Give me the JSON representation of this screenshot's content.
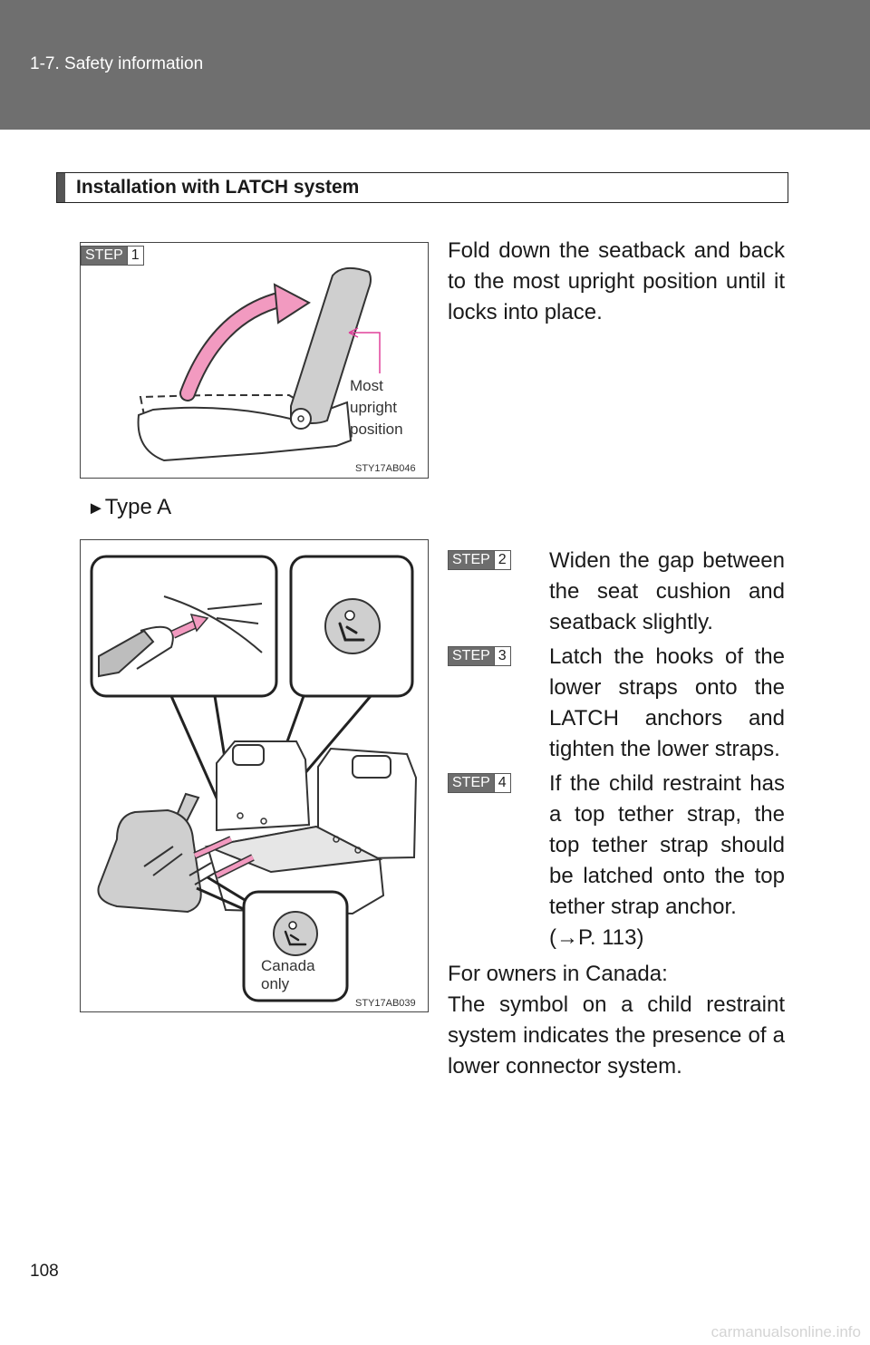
{
  "header": {
    "breadcrumb": "1-7. Safety information"
  },
  "section": {
    "title": "Installation with LATCH system"
  },
  "step1": {
    "badge_label": "STEP",
    "badge_num": "1",
    "text": "Fold down the seatback and back to the most upright position until it locks into place.",
    "figure_label": "Most upright position",
    "figure_label_lines": [
      "Most",
      "upright",
      "position"
    ],
    "figure_code": "STY17AB046"
  },
  "type_label": "Type A",
  "steps": [
    {
      "badge_label": "STEP",
      "badge_num": "2",
      "text": "Widen the gap between the seat cushion and seatback slightly."
    },
    {
      "badge_label": "STEP",
      "badge_num": "3",
      "text": "Latch the hooks of the lower straps onto the LATCH anchors and tighten the lower straps."
    },
    {
      "badge_label": "STEP",
      "badge_num": "4",
      "text": "If the child restraint has a top tether strap, the top tether strap should be latched onto the top tether strap anchor.",
      "ref": "(→P. 113)"
    }
  ],
  "figure2": {
    "canada_lines": [
      "Canada",
      "only"
    ],
    "code": "STY17AB039"
  },
  "canada_note": {
    "heading": "For owners in Canada:",
    "text": "The symbol on a child restraint system indicates the presence of a lower connector system."
  },
  "page_number": "108",
  "footer": "carmanualsonline.info",
  "colors": {
    "header_bg": "#6f6f6f",
    "arrow_pink": "#f29ac0",
    "callout_pink": "#e0409a"
  }
}
